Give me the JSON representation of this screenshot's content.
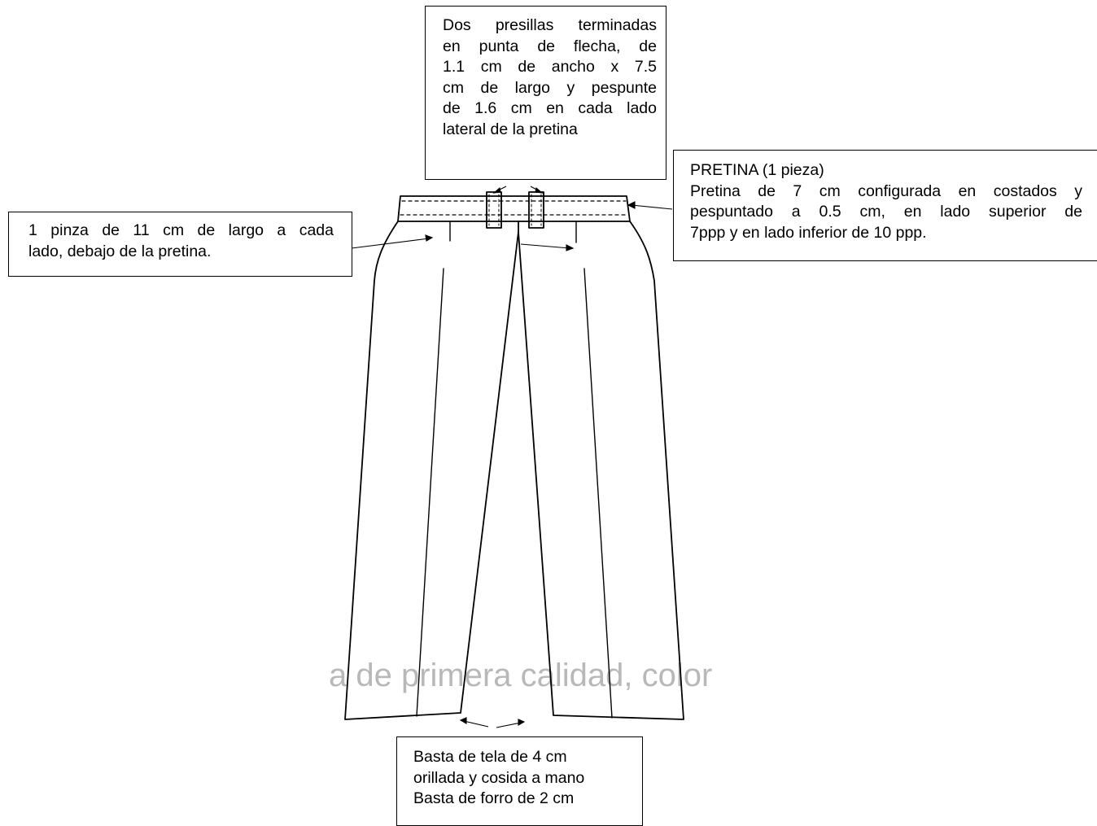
{
  "callouts": {
    "presillas": {
      "lines": [
        "Dos presillas terminadas",
        "en punta de flecha, de",
        "1.1 cm de ancho x 7.5",
        "cm de largo y pespunte",
        "de 1.6 cm en cada lado",
        "lateral de la pretina"
      ]
    },
    "pretina": {
      "title": "PRETINA (1 pieza)",
      "lines": [
        "Pretina de 7 cm configurada en costados y",
        "pespuntado a 0.5 cm, en lado superior de",
        "7ppp y en lado inferior de 10 ppp."
      ]
    },
    "pinza": {
      "lines": [
        "1 pinza de 11 cm de largo a cada",
        "lado, debajo de la pretina."
      ]
    },
    "basta": {
      "lines": [
        "Basta de tela de 4 cm",
        "orillada y cosida a mano",
        "Basta de forro de 2 cm"
      ]
    }
  },
  "background_text": {
    "faded_caption": "a de primera calidad, color"
  },
  "colors": {
    "stroke": "#000000",
    "faded_text": "#b8b8b8",
    "background": "#ffffff"
  }
}
